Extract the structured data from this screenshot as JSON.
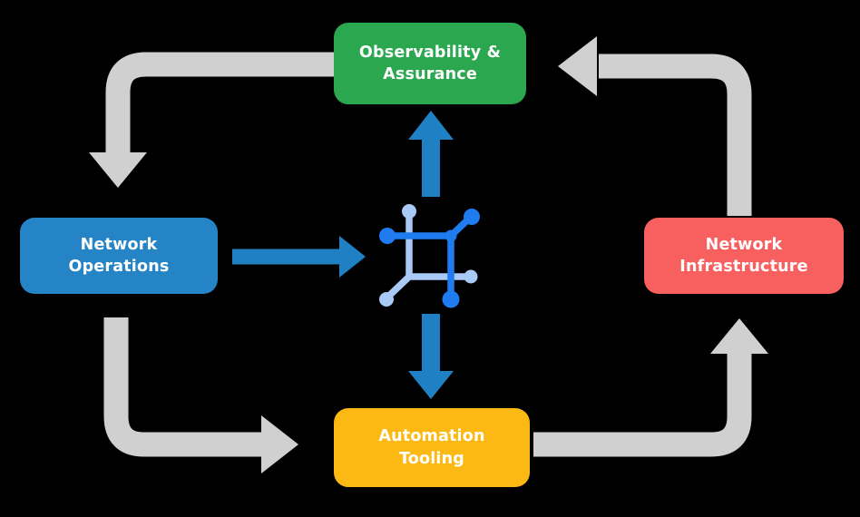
{
  "diagram": {
    "title": "NetDevOps cycle diagram",
    "background_color": "#000000",
    "nodes": [
      {
        "id": "observability-assurance",
        "label": "Observability & Assurance",
        "color": "#2aa74f",
        "text_color": "#ffffff"
      },
      {
        "id": "network-operations",
        "label": "Network Operations",
        "color": "#2584c6",
        "text_color": "#ffffff"
      },
      {
        "id": "network-infrastructure",
        "label": "Network Infrastructure",
        "color": "#f8605f",
        "text_color": "#ffffff"
      },
      {
        "id": "automation-tooling",
        "label": "Automation Tooling",
        "color": "#fdb913",
        "text_color": "#ffffff"
      }
    ],
    "center_icon": {
      "name": "network-mesh-icon",
      "dark_color": "#1e7cf0",
      "light_color": "#a9c9f7"
    },
    "arrows": {
      "gray": {
        "color": "#d0d0d0",
        "flows": [
          {
            "from": "Observability & Assurance",
            "to": "Network Operations"
          },
          {
            "from": "Network Operations",
            "to": "Automation Tooling"
          },
          {
            "from": "Automation Tooling",
            "to": "Network Infrastructure"
          },
          {
            "from": "Network Infrastructure",
            "to": "Observability & Assurance"
          }
        ]
      },
      "blue": {
        "color": "#1f81c4",
        "flows": [
          {
            "from": "Network Operations",
            "to": "center network icon"
          },
          {
            "from": "center network icon",
            "to": "Observability & Assurance"
          },
          {
            "from": "center network icon",
            "to": "Automation Tooling"
          }
        ]
      }
    }
  }
}
